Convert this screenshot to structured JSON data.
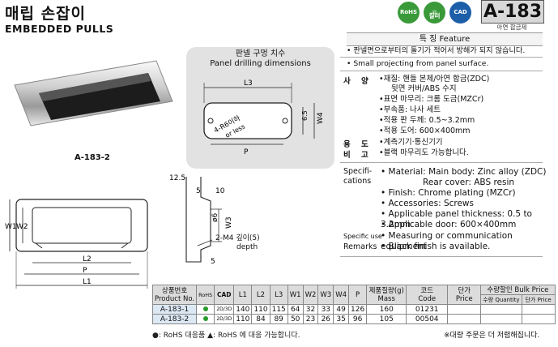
{
  "header": {
    "title_ko": "매립 손잡이",
    "title_en": "EMBEDDED PULLS",
    "badges": [
      {
        "icon": "rohs-icon",
        "text": "RoHS",
        "label": ""
      },
      {
        "icon": "silver-icon",
        "text": "",
        "label": "칠러"
      },
      {
        "icon": "cad-icon",
        "text": "CAD",
        "label": ""
      }
    ],
    "model": "A-183",
    "model_sub": "아연 합금제"
  },
  "photo": {
    "caption": "A-183-2"
  },
  "panel_drilling": {
    "title_ko": "판넬 구멍 치수",
    "title_en": "Panel drilling dimensions",
    "labels": {
      "l3": "L3",
      "w4": "W4",
      "p": "P",
      "d65": "6.5",
      "r": "4-R6이하",
      "r_en": "or less"
    }
  },
  "drawing": {
    "dims": {
      "d125": "12.5",
      "d5a": "5",
      "d10": "10",
      "d6": "ø6",
      "w3": "W3",
      "w1": "W1",
      "w2": "W2",
      "l2": "L2",
      "p": "P",
      "l1": "L1",
      "d5b": "5"
    },
    "thread": "2-M4 깊이(5)",
    "thread_en": "depth"
  },
  "features": {
    "heading": "특 징 Feature",
    "items": [
      "판넬면으로부터의 돌기가 적어서 방해가 되지 않습니다.",
      "Small projecting from panel surface."
    ]
  },
  "spec_ko": {
    "rows": [
      {
        "label": "사 양",
        "items": [
          "•재질: 핸들 본체/아연 합금(ZDC)",
          "뒷면 커버/ABS 수지",
          "•표면 마무리: 크롬 도금(MZCr)",
          "•부속품: 나사 세트",
          "•적용 판 두께: 0.5~3.2mm",
          "•적용 도어: 600×400mm"
        ]
      },
      {
        "label": "용 도",
        "items": [
          "•계측기기·통신기기"
        ]
      },
      {
        "label": "비 고",
        "items": [
          "•블랙 마무리도 가능합니다."
        ]
      }
    ]
  },
  "spec_en": {
    "specifications_label": "Specifi-\ncations",
    "items": [
      "• Material: Main body: Zinc alloy (ZDC)",
      "Rear cover: ABS resin",
      "• Finish: Chrome plating (MZCr)",
      "• Accessories: Screws",
      "• Applicable panel thickness: 0.5 to 3.2mm",
      "• Applicable door: 600×400mm"
    ],
    "use_label": "Specific use",
    "use_item": "• Measuring or communication equipment",
    "remarks_label": "Remarks",
    "remarks_item": "• Black finish is available."
  },
  "table": {
    "headers": [
      "상품번호\nProduct No.",
      "RoHS",
      "CAD",
      "L1",
      "L2",
      "L3",
      "W1",
      "W2",
      "W3",
      "W4",
      "P",
      "제품질량(g)\nMass",
      "코드\nCode",
      "단가\nPrice",
      "수량할인 Bulk Price"
    ],
    "bulk_sub": [
      "수량 Quantity",
      "단가 Price"
    ],
    "rows": [
      {
        "product": "A-183-1",
        "cad": "2D/3D",
        "l1": "140",
        "l2": "110",
        "l3": "115",
        "w1": "64",
        "w2": "32",
        "w3": "33",
        "w4": "49",
        "p": "126",
        "mass": "160",
        "code": "01231",
        "price": "",
        "qty": "",
        "bulk": ""
      },
      {
        "product": "A-183-2",
        "cad": "2D/3D",
        "l1": "110",
        "l2": "84",
        "l3": "89",
        "w1": "50",
        "w2": "23",
        "w3": "26",
        "w4": "35",
        "p": "96",
        "mass": "105",
        "code": "00504",
        "price": "",
        "qty": "",
        "bulk": ""
      }
    ]
  },
  "footer": {
    "legend": "●: RoHS 대응품  ▲: RoHS 에 대응 가능합니다.",
    "note": "※대량 주문은 더 저렴해집니다."
  },
  "colors": {
    "rohs": "#3a9a3a",
    "cad": "#1d5ea8",
    "product_cell": "#dce8f4"
  }
}
